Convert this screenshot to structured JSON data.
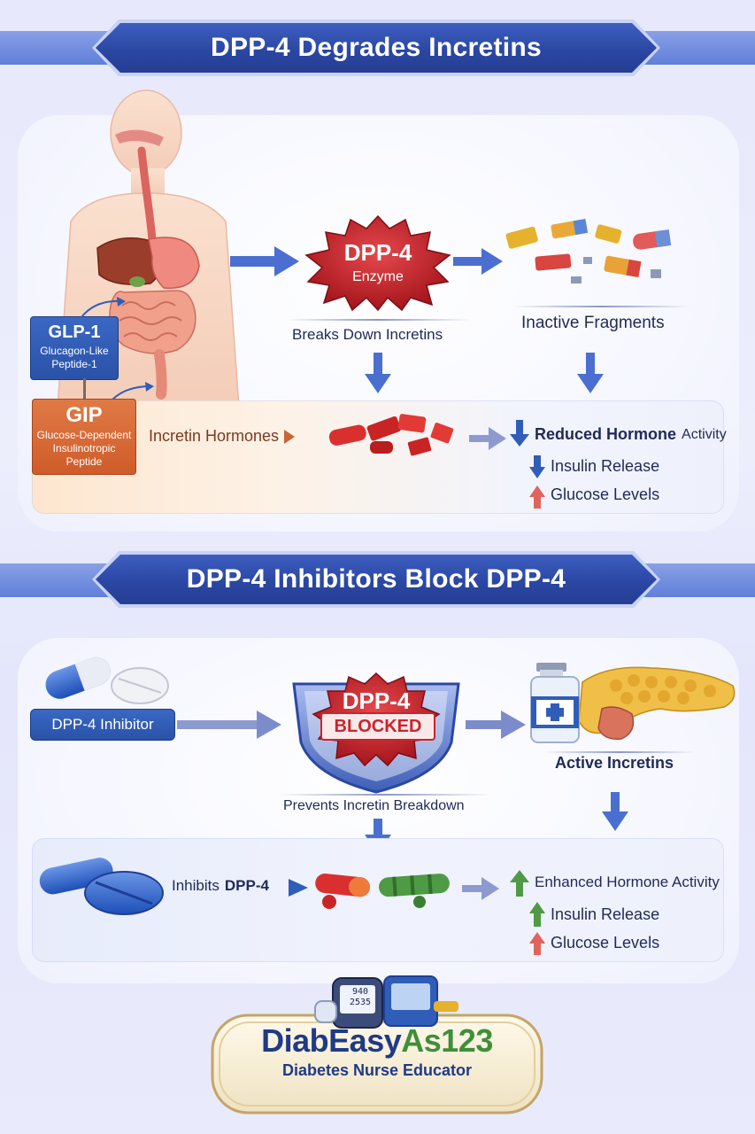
{
  "section1": {
    "banner": "DPP-4 Degrades Incretins",
    "enzyme_title": "DPP-4",
    "enzyme_sub": "Enzyme",
    "breaks_down": "Breaks Down Incretins",
    "inactive": "Inactive Fragments",
    "glp1_title": "GLP-1",
    "glp1_desc": "Glucagon-Like Peptide-1",
    "gip_title": "GIP",
    "gip_desc": "Glucose-Dependent Insulinotropic Peptide",
    "incretin_hormones": "Incretin Hormones",
    "reduced_bold": "Reduced Hormone",
    "reduced_rest": "Activity",
    "insulin_release": "Insulin Release",
    "glucose_levels": "Glucose Levels"
  },
  "section2": {
    "banner": "DPP-4 Inhibitors Block DPP-4",
    "inhibitor_label": "DPP-4 Inhibitor",
    "blocked_title": "DPP-4",
    "blocked_tag": "BLOCKED",
    "prevents": "Prevents Incretin Breakdown",
    "active_incretins": "Active Incretins",
    "inhibits_prefix": "Inhibits",
    "inhibits_bold": "DPP-4",
    "enhanced": "Enhanced Hormone Activity",
    "insulin_release": "Insulin Release",
    "glucose_levels": "Glucose Levels"
  },
  "footer": {
    "brand": "DiabEasyAs123",
    "tagline": "Diabetes Nurse Educator",
    "meter_reading_1": "940",
    "meter_reading_2": "2535"
  },
  "colors": {
    "banner_blue": "#2b47a3",
    "enzyme_red": "#c9252c",
    "glp1_blue": "#2f5db8",
    "gip_orange": "#d9662f",
    "arrow_blue": "#4a6fd0",
    "up_red": "#e0645e",
    "up_green": "#4f9a45"
  }
}
